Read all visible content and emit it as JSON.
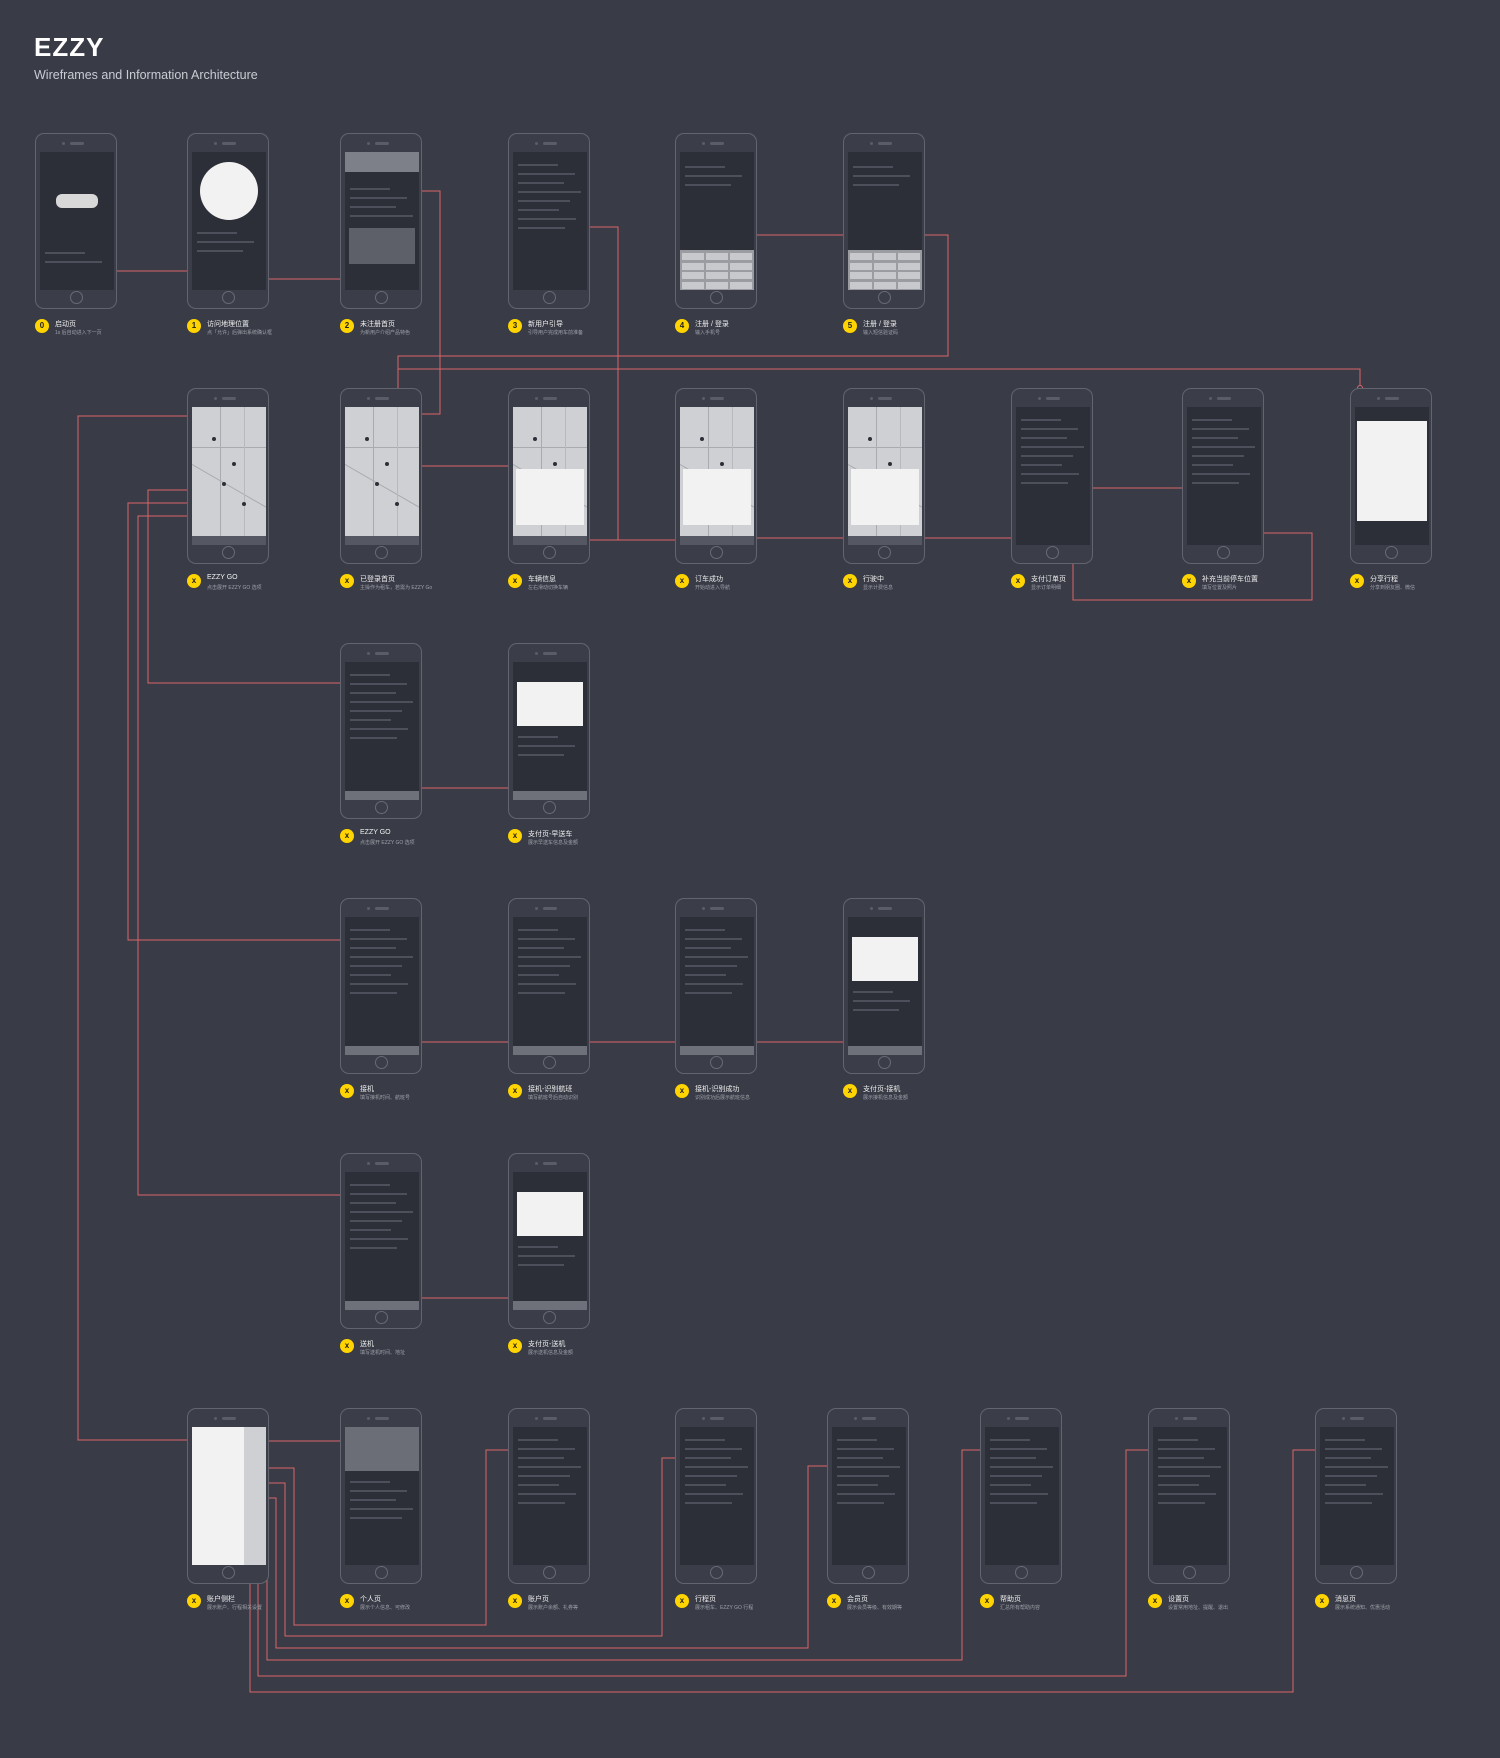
{
  "header": {
    "title": "EZZY",
    "subtitle": "Wireframes and Information Architecture"
  },
  "colors": {
    "background": "#393c47",
    "link": "#d9656a",
    "badge": "#ffd400"
  },
  "screens": [
    {
      "id": "s0",
      "badge": "0",
      "label": "启动页",
      "desc": "1s 后自动进入下一页",
      "kind": "splash"
    },
    {
      "id": "s1",
      "badge": "1",
      "label": "访问地理位置",
      "desc": "点「允许」后弹出系统确认框",
      "kind": "location"
    },
    {
      "id": "s2",
      "badge": "2",
      "label": "未注册首页",
      "desc": "为新用户介绍产品特色",
      "kind": "intro"
    },
    {
      "id": "s3",
      "badge": "3",
      "label": "新用户引导",
      "desc": "引导用户完成用车前准备",
      "kind": "list"
    },
    {
      "id": "s4",
      "badge": "4",
      "label": "注册 / 登录",
      "desc": "输入手机号",
      "kind": "keypad"
    },
    {
      "id": "s5",
      "badge": "5",
      "label": "注册 / 登录",
      "desc": "输入短信验证码",
      "kind": "keypad"
    },
    {
      "id": "r1",
      "badge": "x",
      "label": "EZZY GO",
      "desc": "点击展开 EZZY GO 选项",
      "kind": "map"
    },
    {
      "id": "r2",
      "badge": "x",
      "label": "已登录首页",
      "desc": "主操作为租车，若需为 EZZY Go",
      "kind": "map"
    },
    {
      "id": "r3",
      "badge": "x",
      "label": "车辆信息",
      "desc": "左右滑动切换车辆",
      "kind": "mapcard"
    },
    {
      "id": "r4",
      "badge": "x",
      "label": "订车成功",
      "desc": "开始动进入导航",
      "kind": "mapcard"
    },
    {
      "id": "r5",
      "badge": "x",
      "label": "行驶中",
      "desc": "显示计费信息",
      "kind": "mapcard"
    },
    {
      "id": "r6",
      "badge": "x",
      "label": "支付订单页",
      "desc": "显示订单明细",
      "kind": "list"
    },
    {
      "id": "r7",
      "badge": "x",
      "label": "补充当前停车位置",
      "desc": "填写位置及照片",
      "kind": "list"
    },
    {
      "id": "r8",
      "badge": "x",
      "label": "分享行程",
      "desc": "分享到朋友圈、微信",
      "kind": "share"
    },
    {
      "id": "g1",
      "badge": "x",
      "label": "EZZY GO",
      "desc": "点击展开 EZZY GO 选项",
      "kind": "form"
    },
    {
      "id": "g2",
      "badge": "x",
      "label": "支付页-早送车",
      "desc": "展示早送车信息及金额",
      "kind": "pay"
    },
    {
      "id": "j1",
      "badge": "x",
      "label": "接机",
      "desc": "填写接机时间、航班号",
      "kind": "form"
    },
    {
      "id": "j2",
      "badge": "x",
      "label": "接机-识别航班",
      "desc": "填写航班号后自动识别",
      "kind": "form"
    },
    {
      "id": "j3",
      "badge": "x",
      "label": "接机-识别成功",
      "desc": "识别成功后展示航班信息",
      "kind": "form"
    },
    {
      "id": "j4",
      "badge": "x",
      "label": "支付页-接机",
      "desc": "展示接机信息及金额",
      "kind": "pay"
    },
    {
      "id": "k1",
      "badge": "x",
      "label": "送机",
      "desc": "填写送机时间、地址",
      "kind": "form"
    },
    {
      "id": "k2",
      "badge": "x",
      "label": "支付页-送机",
      "desc": "展示送机信息及金额",
      "kind": "pay"
    },
    {
      "id": "b1",
      "badge": "x",
      "label": "账户侧栏",
      "desc": "展示账户、行程相关设置",
      "kind": "drawer"
    },
    {
      "id": "b2",
      "badge": "x",
      "label": "个人页",
      "desc": "展示个人信息、可修改",
      "kind": "profile"
    },
    {
      "id": "b3",
      "badge": "x",
      "label": "账户页",
      "desc": "展示账户余额、礼券等",
      "kind": "list"
    },
    {
      "id": "b4",
      "badge": "x",
      "label": "行程页",
      "desc": "展示租车、EZZY GO 行程",
      "kind": "list"
    },
    {
      "id": "b5",
      "badge": "x",
      "label": "会员页",
      "desc": "展示会员等级、有效期等",
      "kind": "list"
    },
    {
      "id": "b6",
      "badge": "x",
      "label": "帮助页",
      "desc": "汇总所有帮助内容",
      "kind": "list"
    },
    {
      "id": "b7",
      "badge": "x",
      "label": "设置页",
      "desc": "设置常用地址、提醒、退出",
      "kind": "list"
    },
    {
      "id": "b8",
      "badge": "x",
      "label": "消息页",
      "desc": "展示系统通知、优惠活动",
      "kind": "list"
    }
  ]
}
